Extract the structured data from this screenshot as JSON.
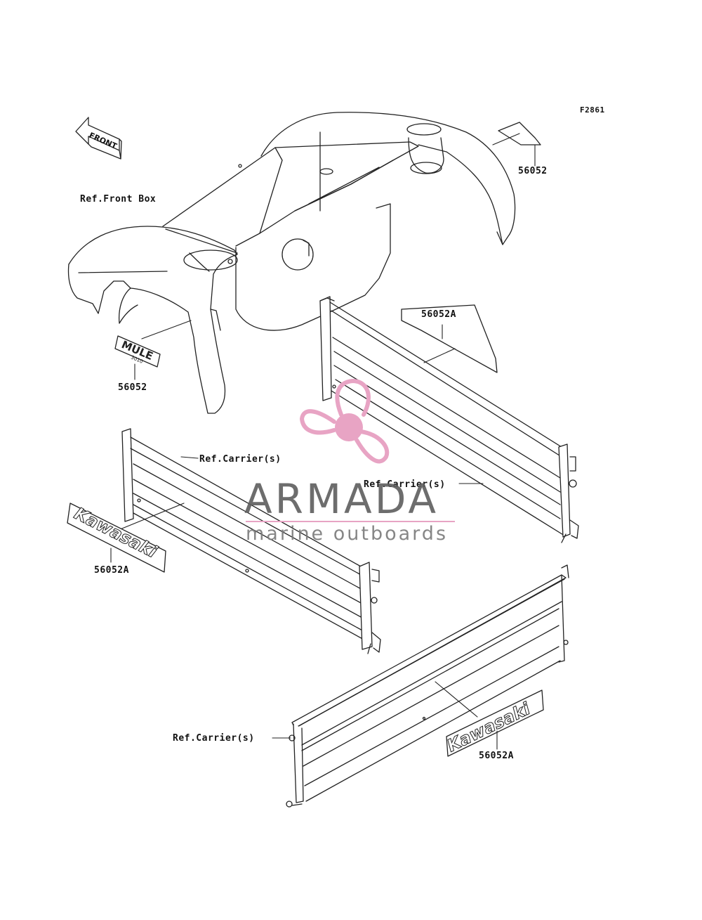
{
  "figure_id": "F2861",
  "front_arrow_label": "FRONT",
  "callouts": {
    "ref_front_box": "Ref.Front Box",
    "part_56052_top": "56052",
    "part_56052_left": "56052",
    "part_56052a_top": "56052A",
    "ref_carrier_left": "Ref.Carrier(s)",
    "ref_carrier_right": "Ref.Carrier(s)",
    "part_56052a_left": "56052A",
    "ref_carrier_bottom": "Ref.Carrier(s)",
    "part_56052a_bottom": "56052A"
  },
  "decals": {
    "mule_logo": "MULE",
    "mule_sub": "3010",
    "kawasaki_left": "Kawasaki",
    "kawasaki_bottom": "Kawasaki"
  },
  "watermark": {
    "title": "ARMADA",
    "subtitle": "marine outboards",
    "brand_color": "#e8a4c4",
    "text_color": "#5e5e5e"
  }
}
